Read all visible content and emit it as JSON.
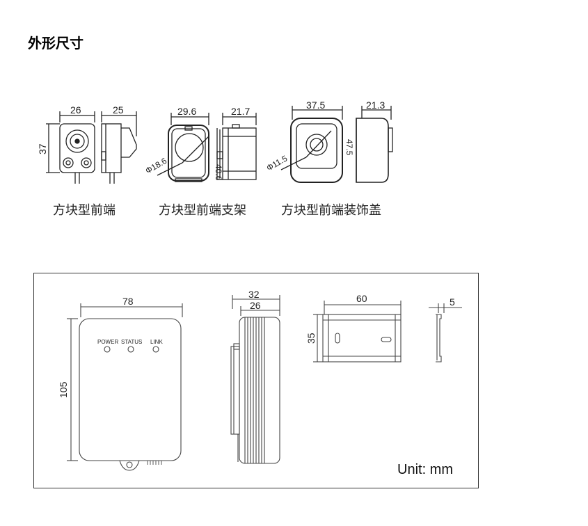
{
  "heading": "外形尺寸",
  "front_end_drawings": [
    {
      "caption": "方块型前端",
      "dimensions": {
        "width": "26",
        "depth": "25",
        "height": "37"
      }
    },
    {
      "caption": "方块型前端支架",
      "dimensions": {
        "width": "29.6",
        "depth": "21.7",
        "height": "40.6",
        "diameter": "Φ18.6"
      }
    },
    {
      "caption": "方块型前端装饰盖",
      "dimensions": {
        "width": "37.5",
        "depth": "21.3",
        "height": "47.5",
        "diameter": "Φ11.5"
      }
    }
  ],
  "device_drawing": {
    "front": {
      "width": "78",
      "height": "105",
      "leds": [
        "POWER",
        "STATUS",
        "LINK"
      ]
    },
    "side": {
      "outer_depth": "32",
      "inner_depth": "26"
    },
    "rail": {
      "length": "60",
      "height": "35",
      "profile_depth": "5"
    },
    "unit_label": "Unit: mm"
  }
}
